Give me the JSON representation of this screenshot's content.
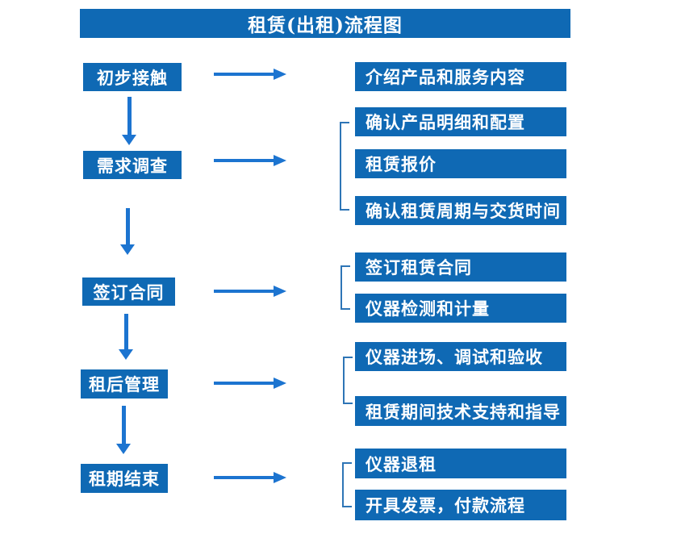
{
  "title": "租赁(出租)流程图",
  "colors": {
    "box_blue": "#0f69b4",
    "arrow_blue": "#1c74d0",
    "bracket_blue": "#2e75b6",
    "text_white": "#ffffff",
    "background": "#ffffff"
  },
  "flow": [
    {
      "step": "初步接触",
      "details": [
        "介绍产品和服务内容"
      ]
    },
    {
      "step": "需求调查",
      "details": [
        "确认产品明细和配置",
        "租赁报价",
        "确认租赁周期与交货时间"
      ]
    },
    {
      "step": "签订合同",
      "details": [
        "签订租赁合同",
        "仪器检测和计量"
      ]
    },
    {
      "step": "租后管理",
      "details": [
        "仪器进场、调试和验收",
        "租赁期间技术支持和指导"
      ]
    },
    {
      "step": "租期结束",
      "details": [
        "仪器退租",
        "开具发票，付款流程"
      ]
    }
  ]
}
